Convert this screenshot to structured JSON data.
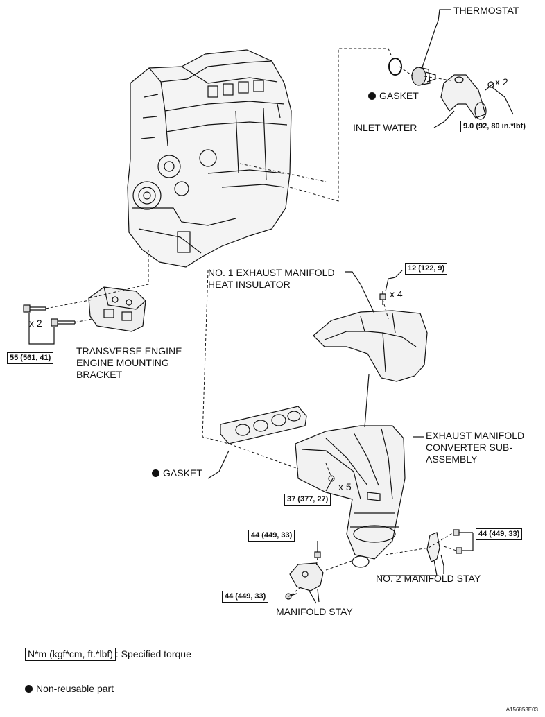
{
  "labels": {
    "thermostat": "THERMOSTAT",
    "gasket_top": "GASKET",
    "inlet_water": "INLET WATER",
    "heat_insulator": "NO. 1 EXHAUST MANIFOLD\nHEAT INSULATOR",
    "mounting_bracket": "TRANSVERSE ENGINE\nENGINE MOUNTING\nBRACKET",
    "exhaust_converter": "EXHAUST MANIFOLD\nCONVERTER SUB-\nASSEMBLY",
    "gasket_mid": "GASKET",
    "no2_manifold_stay": "NO. 2 MANIFOLD STAY",
    "manifold_stay": "MANIFOLD STAY"
  },
  "quantities": {
    "inlet_bolts": "x 2",
    "bracket_bolts": "x 2",
    "insulator_bolts": "x 4",
    "manifold_nuts": "x 5"
  },
  "torques": {
    "inlet_water": "9.0 (92, 80 in.*lbf)",
    "heat_insulator": "12 (122, 9)",
    "bracket": "55 (561, 41)",
    "manifold": "37 (377, 27)",
    "stay_bolt": "44 (449, 33)",
    "stay_nut": "44 (449, 33)",
    "no2_stay": "44 (449, 33)"
  },
  "legend": {
    "torque_unit": "N*m (kgf*cm, ft.*lbf)",
    "torque_text": ": Specified torque",
    "nonreusable_text": "Non-reusable part"
  },
  "figure_code": "A156853E03"
}
